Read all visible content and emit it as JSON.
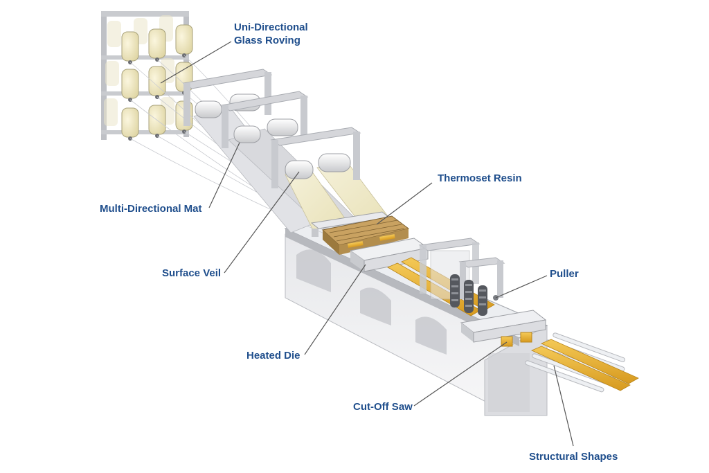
{
  "diagram": {
    "labels": {
      "uni_directional_line1": "Uni-Directional",
      "uni_directional_line2": "Glass Roving",
      "thermoset_resin": "Thermoset Resin",
      "multi_directional_mat": "Multi-Directional Mat",
      "surface_veil": "Surface Veil",
      "puller": "Puller",
      "heated_die": "Heated Die",
      "cut_off_saw": "Cut-Off Saw",
      "structural_shapes": "Structural Shapes"
    },
    "colors": {
      "label_text": "#1f4e8c",
      "leader_line": "#555555",
      "machine_gray": "#d4d5d9",
      "roving_cream": "#f1ebc6",
      "resin_bath": "#b38e4e",
      "profile_gold": "#e8b031"
    }
  }
}
